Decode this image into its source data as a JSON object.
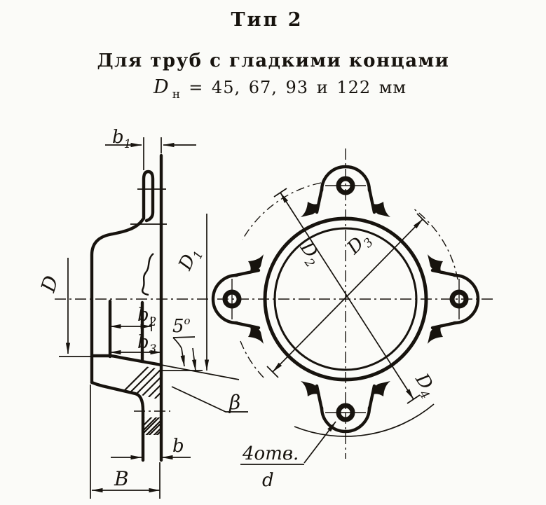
{
  "colors": {
    "ink": "#17130e",
    "paper": "#fbfbf8"
  },
  "header": {
    "title": "Тип 2",
    "subtitle": "Для труб с гладкими концами",
    "spec": {
      "symbol": "D",
      "symbol_sub": "н",
      "values": "= 45, 67, 93 и 122 мм"
    }
  },
  "section_view": {
    "labels": {
      "b1": {
        "base": "b",
        "sub": "1"
      },
      "D": {
        "base": "D"
      },
      "D1": {
        "base": "D",
        "sub": "1"
      },
      "b2": {
        "base": "b",
        "sub": "2"
      },
      "b3": {
        "base": "b",
        "sub": "3"
      },
      "angle5": {
        "base": "5",
        "sup": "o"
      },
      "beta": {
        "base": "β"
      },
      "b": {
        "base": "b"
      },
      "B": {
        "base": "B"
      }
    }
  },
  "front_view": {
    "labels": {
      "D2": {
        "base": "D",
        "sub": "2"
      },
      "D3": {
        "base": "D",
        "sub": "3"
      },
      "D4": {
        "base": "D",
        "sub": "4"
      },
      "holes": {
        "count_text": "4отв.",
        "diameter": "d"
      }
    }
  }
}
